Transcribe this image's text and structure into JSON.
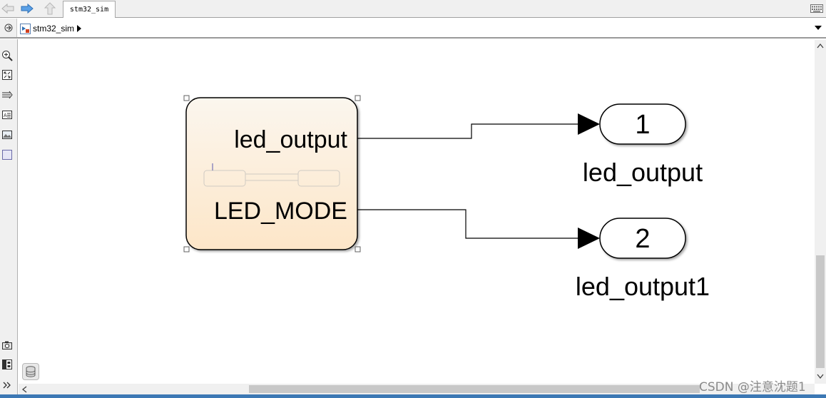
{
  "tabbar": {
    "tab_label": "stm32_sim"
  },
  "breadcrumb": {
    "model_name": "stm32_sim"
  },
  "chart_block": {
    "output_port_1": "led_output",
    "output_port_2": "LED_MODE"
  },
  "outports": [
    {
      "number": "1",
      "name": "led_output"
    },
    {
      "number": "2",
      "name": "led_output1"
    }
  ],
  "watermark": "CSDN @注意沈题1",
  "colors": {
    "block_fill_top": "#fbf6ee",
    "block_fill_bottom": "#fde6c8",
    "accent_blue": "#3c78b4",
    "nav_forward": "#4a90d9"
  },
  "icons": {
    "back": "arrow-left-icon",
    "forward": "arrow-right-icon",
    "up": "arrow-up-icon",
    "keyboard": "keyboard-icon",
    "hide_explorer": "explorer-toggle-icon",
    "model": "simulink-model-icon",
    "dropdown": "chevron-down-icon",
    "zoom": "zoom-icon",
    "fit": "fit-to-view-icon",
    "route": "route-lines-icon",
    "annotation": "annotation-icon",
    "image": "image-icon",
    "area": "area-icon",
    "screenshot": "camera-icon",
    "model_browser": "model-browser-icon",
    "expand": "double-chevron-icon",
    "data_store": "database-icon"
  }
}
